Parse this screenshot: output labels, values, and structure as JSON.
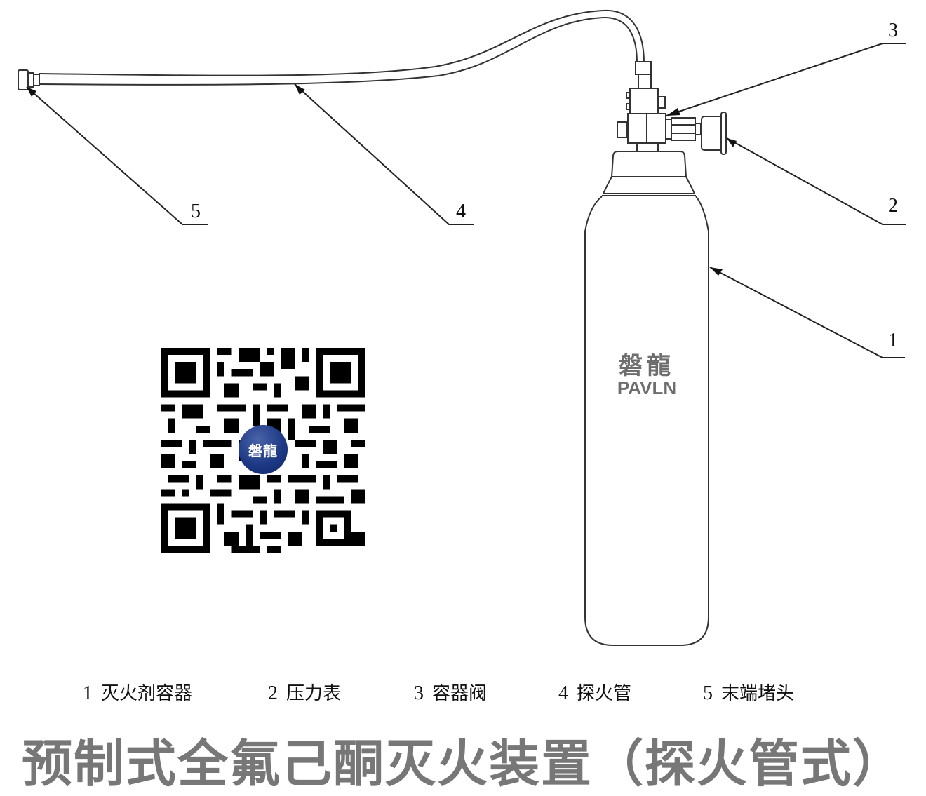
{
  "title": "预制式全氟己酮灭火装置（探火管式）",
  "brand": {
    "name_cn": "磐龍",
    "name_en": "PAVLN",
    "text_color": "#6e6e6e"
  },
  "qr_code": {
    "badge_text": "磐龍",
    "badge_color": "#1e3a86"
  },
  "callouts": [
    {
      "num": "1",
      "target": "cylinder-body"
    },
    {
      "num": "2",
      "target": "pressure-gauge"
    },
    {
      "num": "3",
      "target": "container-valve"
    },
    {
      "num": "4",
      "target": "fire-detection-tube"
    },
    {
      "num": "5",
      "target": "end-plug"
    }
  ],
  "legend": [
    {
      "num": "1",
      "label": "灭火剂容器"
    },
    {
      "num": "2",
      "label": "压力表"
    },
    {
      "num": "3",
      "label": "容器阀"
    },
    {
      "num": "4",
      "label": "探火管"
    },
    {
      "num": "5",
      "label": "末端堵头"
    }
  ],
  "colors": {
    "line": "#222222",
    "title": "#777777"
  }
}
